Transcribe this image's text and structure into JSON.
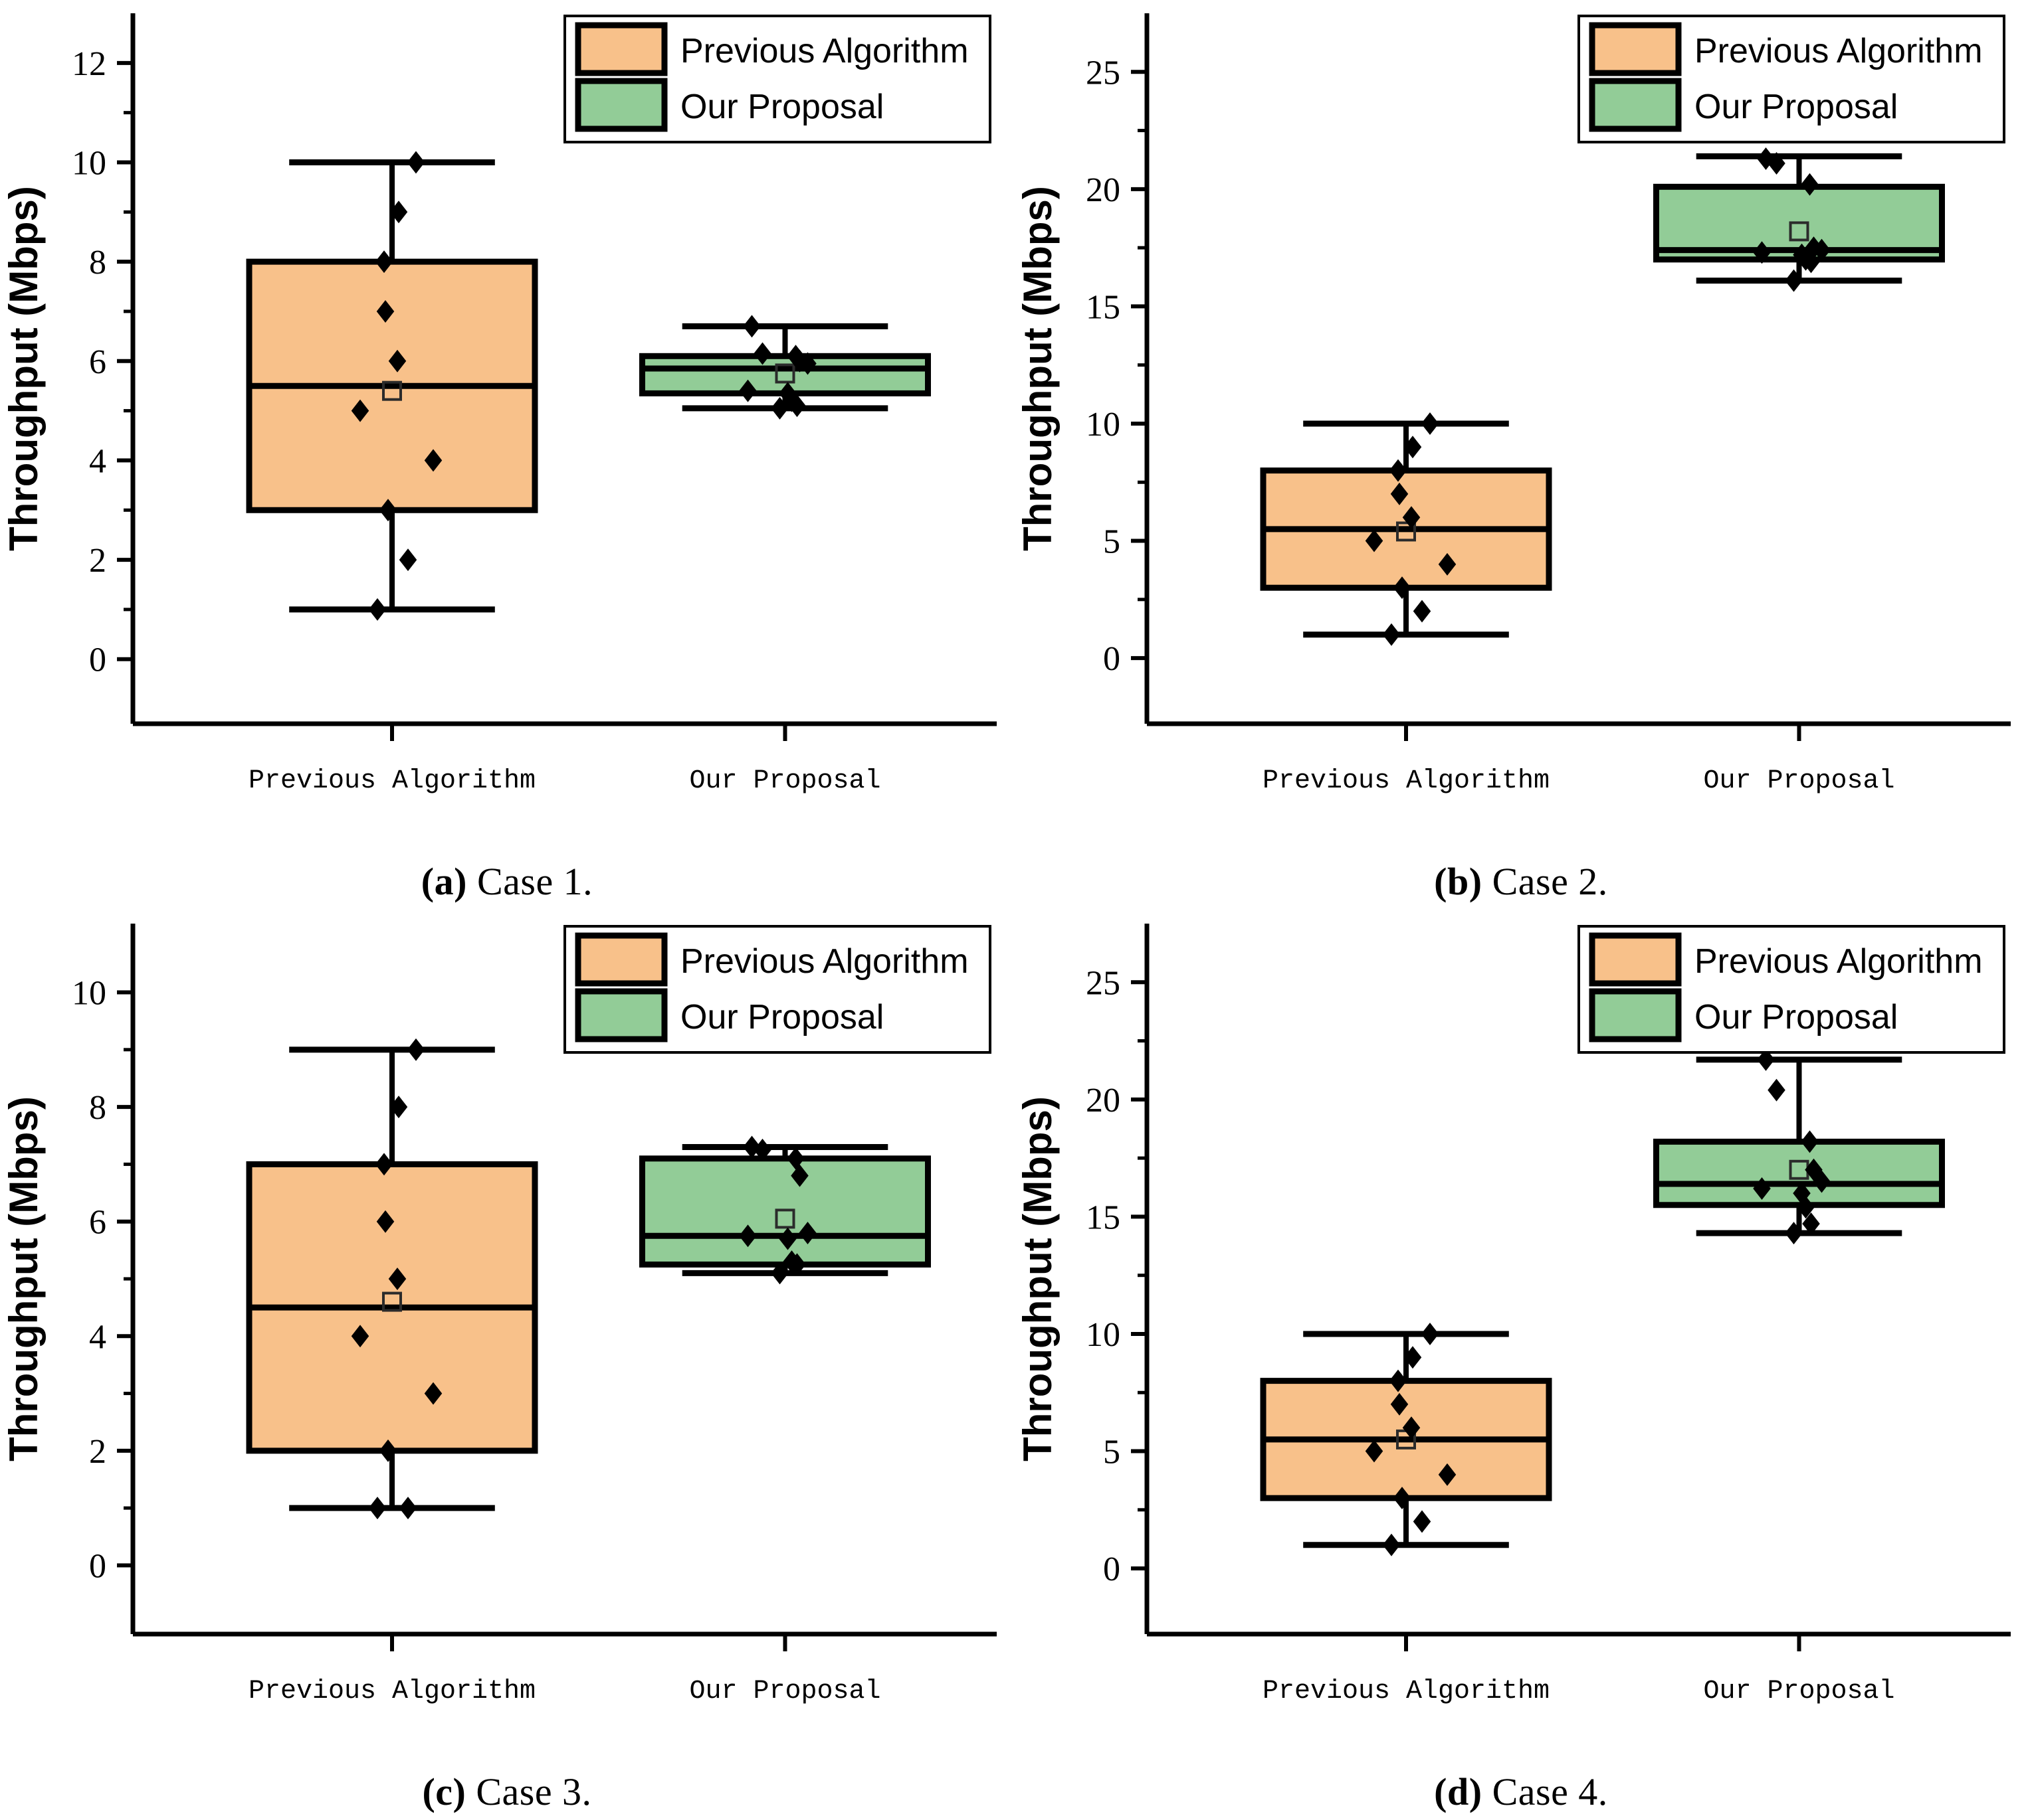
{
  "figure": {
    "panels": [
      {
        "id": "a",
        "caption_label": "(a)",
        "caption_text": "Case 1.",
        "ylabel": "Throughput (Mbps)",
        "yticks": [
          0,
          2,
          4,
          6,
          8,
          10,
          12
        ],
        "ylim": [
          -1.3,
          13.0
        ],
        "xticklabels": [
          "Previous Algorithm",
          "Our Proposal"
        ],
        "legend": [
          "Previous Algorithm",
          "Our Proposal"
        ],
        "legend_pos": "top-right",
        "boxes": [
          {
            "name": "Previous Algorithm",
            "color": "#F8C18A",
            "min": 1,
            "q1": 3,
            "median": 5.5,
            "q3": 8,
            "max": 10,
            "mean": 5.4,
            "points": [
              10,
              9,
              8,
              7,
              6,
              5,
              4,
              3,
              2,
              1
            ]
          },
          {
            "name": "Our Proposal",
            "color": "#92CC97",
            "min": 5.05,
            "q1": 5.35,
            "median": 5.85,
            "q3": 6.1,
            "max": 6.7,
            "mean": 5.75,
            "points": [
              6.7,
              6.15,
              6.1,
              6.0,
              5.95,
              5.4,
              5.35,
              5.2,
              5.1,
              5.05
            ]
          }
        ]
      },
      {
        "id": "b",
        "caption_label": "(b)",
        "caption_text": "Case 2.",
        "ylabel": "Throughput (Mbps)",
        "yticks": [
          0,
          5,
          10,
          15,
          20,
          25
        ],
        "ylim": [
          -2.8,
          27.5
        ],
        "xticklabels": [
          "Previous Algorithm",
          "Our Proposal"
        ],
        "legend": [
          "Previous Algorithm",
          "Our Proposal"
        ],
        "legend_pos": "top-right",
        "boxes": [
          {
            "name": "Previous Algorithm",
            "color": "#F8C18A",
            "min": 1,
            "q1": 3,
            "median": 5.5,
            "q3": 8,
            "max": 10,
            "mean": 5.4,
            "points": [
              10,
              9,
              8,
              7,
              6,
              5,
              4,
              3,
              2,
              1
            ]
          },
          {
            "name": "Our Proposal",
            "color": "#92CC97",
            "min": 16.1,
            "q1": 17.0,
            "median": 17.4,
            "q3": 20.1,
            "max": 21.4,
            "mean": 18.2,
            "points": [
              21.3,
              21.1,
              20.2,
              17.5,
              17.4,
              17.3,
              17.2,
              17.0,
              16.9,
              16.1
            ]
          }
        ]
      },
      {
        "id": "c",
        "caption_label": "(c)",
        "caption_text": "Case 3.",
        "ylabel": "Throughput (Mbps)",
        "yticks": [
          0,
          2,
          4,
          6,
          8,
          10
        ],
        "ylim": [
          -1.2,
          11.2
        ],
        "xticklabels": [
          "Previous Algorithm",
          "Our Proposal"
        ],
        "legend": [
          "Previous Algorithm",
          "Our Proposal"
        ],
        "legend_pos": "top-right",
        "boxes": [
          {
            "name": "Previous Algorithm",
            "color": "#F8C18A",
            "min": 1,
            "q1": 2,
            "median": 4.5,
            "q3": 7,
            "max": 9,
            "mean": 4.6,
            "points": [
              9,
              8,
              7,
              6,
              5,
              4,
              3,
              2,
              1,
              1
            ]
          },
          {
            "name": "Our Proposal",
            "color": "#92CC97",
            "min": 5.1,
            "q1": 5.25,
            "median": 5.75,
            "q3": 7.1,
            "max": 7.3,
            "mean": 6.05,
            "points": [
              7.3,
              7.25,
              7.1,
              6.8,
              5.8,
              5.75,
              5.7,
              5.3,
              5.25,
              5.1
            ]
          }
        ]
      },
      {
        "id": "d",
        "caption_label": "(d)",
        "caption_text": "Case 4.",
        "ylabel": "Throughput (Mbps)",
        "yticks": [
          0,
          5,
          10,
          15,
          20,
          25
        ],
        "ylim": [
          -2.8,
          27.5
        ],
        "xticklabels": [
          "Previous Algorithm",
          "Our Proposal"
        ],
        "legend": [
          "Previous Algorithm",
          "Our Proposal"
        ],
        "legend_pos": "top-right",
        "boxes": [
          {
            "name": "Previous Algorithm",
            "color": "#F8C18A",
            "min": 1,
            "q1": 3,
            "median": 5.5,
            "q3": 8,
            "max": 10,
            "mean": 5.5,
            "points": [
              10,
              9,
              8,
              7,
              6,
              5,
              4,
              3,
              2,
              1
            ]
          },
          {
            "name": "Our Proposal",
            "color": "#92CC97",
            "min": 14.3,
            "q1": 15.5,
            "median": 16.4,
            "q3": 18.2,
            "max": 21.7,
            "mean": 17.0
          }
        ]
      }
    ]
  },
  "chart_data": {
    "type": "box",
    "title": "",
    "xlabel": "",
    "ylabel": "Throughput (Mbps)",
    "subplots": [
      {
        "panel": "a",
        "caption": "(a) Case 1.",
        "ylim": [
          -1.3,
          13.0
        ],
        "yticks": [
          0,
          2,
          4,
          6,
          8,
          10,
          12
        ],
        "categories": [
          "Previous Algorithm",
          "Our Proposal"
        ],
        "series": [
          {
            "name": "Previous Algorithm",
            "color": "#F8C18A",
            "min": 1,
            "q1": 3,
            "median": 5.5,
            "q3": 8,
            "max": 10,
            "mean": 5.4,
            "scatter": [
              10,
              9,
              8,
              7,
              6,
              5,
              4,
              3,
              2,
              1
            ]
          },
          {
            "name": "Our Proposal",
            "color": "#92CC97",
            "min": 5.05,
            "q1": 5.35,
            "median": 5.85,
            "q3": 6.1,
            "max": 6.7,
            "mean": 5.75,
            "scatter": [
              6.7,
              6.15,
              6.1,
              6.0,
              5.95,
              5.4,
              5.35,
              5.2,
              5.1,
              5.05
            ]
          }
        ]
      },
      {
        "panel": "b",
        "caption": "(b) Case 2.",
        "ylim": [
          -2.8,
          27.5
        ],
        "yticks": [
          0,
          5,
          10,
          15,
          20,
          25
        ],
        "categories": [
          "Previous Algorithm",
          "Our Proposal"
        ],
        "series": [
          {
            "name": "Previous Algorithm",
            "color": "#F8C18A",
            "min": 1,
            "q1": 3,
            "median": 5.5,
            "q3": 8,
            "max": 10,
            "mean": 5.4,
            "scatter": [
              10,
              9,
              8,
              7,
              6,
              5,
              4,
              3,
              2,
              1
            ]
          },
          {
            "name": "Our Proposal",
            "color": "#92CC97",
            "min": 16.1,
            "q1": 17.0,
            "median": 17.4,
            "q3": 20.1,
            "max": 21.4,
            "mean": 18.2,
            "scatter": [
              21.3,
              21.1,
              20.2,
              17.5,
              17.4,
              17.3,
              17.2,
              17.0,
              16.9,
              16.1
            ]
          }
        ]
      },
      {
        "panel": "c",
        "caption": "(c) Case 3.",
        "ylim": [
          -1.2,
          11.2
        ],
        "yticks": [
          0,
          2,
          4,
          6,
          8,
          10
        ],
        "categories": [
          "Previous Algorithm",
          "Our Proposal"
        ],
        "series": [
          {
            "name": "Previous Algorithm",
            "color": "#F8C18A",
            "min": 1,
            "q1": 2,
            "median": 4.5,
            "q3": 7,
            "max": 9,
            "mean": 4.6,
            "scatter": [
              9,
              8,
              7,
              6,
              5,
              4,
              3,
              2,
              1,
              1
            ]
          },
          {
            "name": "Our Proposal",
            "color": "#92CC97",
            "min": 5.1,
            "q1": 5.25,
            "median": 5.75,
            "q3": 7.1,
            "max": 7.3,
            "mean": 6.05,
            "scatter": [
              7.3,
              7.25,
              7.1,
              6.8,
              5.8,
              5.75,
              5.7,
              5.3,
              5.25,
              5.1
            ]
          }
        ]
      },
      {
        "panel": "d",
        "caption": "(d) Case 4.",
        "ylim": [
          -2.8,
          27.5
        ],
        "yticks": [
          0,
          5,
          10,
          15,
          20,
          25
        ],
        "categories": [
          "Previous Algorithm",
          "Our Proposal"
        ],
        "series": [
          {
            "name": "Previous Algorithm",
            "color": "#F8C18A",
            "min": 1,
            "q1": 3,
            "median": 5.5,
            "q3": 8,
            "max": 10,
            "mean": 5.5,
            "scatter": [
              10,
              9,
              8,
              7,
              6,
              5,
              4,
              3,
              2,
              1
            ]
          },
          {
            "name": "Our Proposal",
            "color": "#92CC97",
            "min": 14.3,
            "q1": 15.5,
            "median": 16.4,
            "q3": 18.2,
            "max": 21.7,
            "mean": 17.0,
            "scatter": [
              21.7,
              20.4,
              18.2,
              17.0,
              16.5,
              16.2,
              16.0,
              15.4,
              14.7,
              14.3
            ]
          }
        ]
      }
    ]
  }
}
